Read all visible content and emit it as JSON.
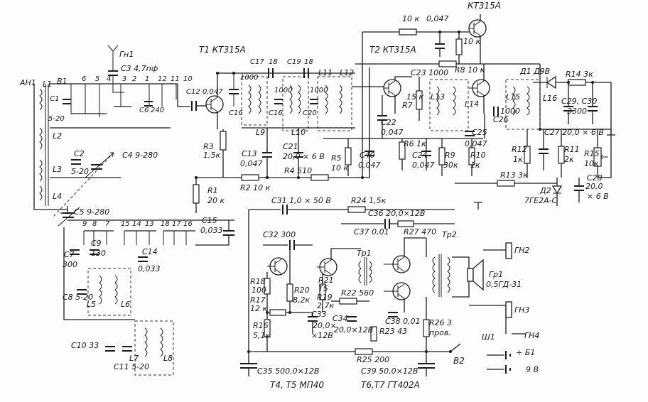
{
  "labels": {
    "an1": "АН1",
    "l1": "L1",
    "b1": "В1",
    "c1": "С1",
    "c1v": "5-20",
    "l2": "L2",
    "l3": "L3",
    "l4": "L4",
    "c2": "С2",
    "c2v": "5-20",
    "c4": "С4  9-280",
    "c3": "С3  4,7пф",
    "gn1": "Гн1",
    "p6": "6",
    "p5": "5",
    "p4": "4",
    "p3": "3",
    "p2": "2",
    "p1": "1",
    "p12": "12",
    "p11": "11",
    "p10": "10",
    "c6": "С6",
    "c6v": "240",
    "c12": "С12",
    "c12v": "0,047",
    "t1": "Т1  КТ315А",
    "t2": "Т2  КТ315А",
    "kt315top": "КТ315А",
    "r3": "R3",
    "r3v": "1,5к",
    "r1": "R1",
    "r1v": "20 к",
    "c16a": "С16",
    "c16av": "1000",
    "c17": "С17",
    "c17v": "18",
    "c16b": "С16",
    "c16bv": "1000",
    "c19": "С19",
    "c19v": "18",
    "c20": "С20",
    "c20v": "1000",
    "l9": "L9",
    "l10": "L10",
    "l11": "L11",
    "l12": "L12",
    "c13": "С13",
    "c13v": "0,047",
    "c21": "С21",
    "c21v": "20,0 × 6 В",
    "r4": "R4  510",
    "r2": "R2  10 к",
    "c15": "С15",
    "c15v": "0,033",
    "c5": "С5  9-280",
    "p9": "9",
    "p8": "8",
    "p7": "7",
    "p15": "15",
    "p14": "14",
    "p13": "13",
    "p18": "18",
    "p17": "17",
    "p16": "16",
    "c7": "С7",
    "c7v": "300",
    "c9": "С9",
    "c9v": "130",
    "c14": "С14",
    "c14v": "0,033",
    "c8": "С8  5-20",
    "l5": "L5",
    "l6": "L6",
    "c10": "С10  33",
    "c11": "С11  5-20",
    "l7": "L7",
    "l8": "L8",
    "r10k": "10 к",
    "c0047": "0,047",
    "r10k2": "10 к",
    "r8": "R8  10 к",
    "c23": "С23  1000",
    "l13": "L13",
    "l14": "L14",
    "r7": "R7",
    "r7v": "15 к",
    "c22": "С22",
    "c22v": "0,047",
    "c40": "С40",
    "c40v": "0,047",
    "r5": "R5",
    "r5v": "10 к",
    "r6": "R6  1к",
    "c24": "С24",
    "c24v": "0,047",
    "r9": "R9",
    "r9v": "30к",
    "r10": "R10",
    "r10v": "1к",
    "c25": "С25",
    "c25v": "0,047",
    "c26": "С26",
    "c26v": "1000",
    "d1": "Д1  Д9В",
    "l15": "L15",
    "l16": "L16",
    "r14": "R14  3к",
    "c29": "С29, С30",
    "c29v": "3300",
    "c27": "С27   20,0 × 6 В",
    "r12": "R12",
    "r12v": "1к",
    "r11": "R11",
    "r11v": "2к",
    "r15": "R15",
    "r15v": "10к",
    "c28": "С28",
    "c28v": "20,0",
    "c28v2": "× 6 В",
    "r13": "R13  3к",
    "d2": "Д2",
    "d2v": "7ГЕ2А-С",
    "c31": "С31   1,0 × 50 В",
    "r24": "R24  1,5к",
    "c36": "С36   20,0×12В",
    "c37": "С37  0,01",
    "r27": "R27  470",
    "tp2": "Тр2",
    "c32": "С32   300",
    "tp1": "Тр1",
    "r18": "R18",
    "r18v": "100",
    "r17": "R17",
    "r17v": "12 к",
    "r20": "R20",
    "r20v": "8,2к",
    "r21": "R21",
    "t5": "Т5",
    "r19": "R19",
    "r19v": "2,7к",
    "r22": "R22  560",
    "r16": "R16",
    "r16v": "5,1к",
    "c33": "С33",
    "c33v": "20,0×",
    "c33v2": "×12В",
    "c34": "С34",
    "c34v": "20,0×12В",
    "c38": "С38  0,01",
    "r23": "R23  43",
    "r26": "R26  3",
    "r26v": "пров.",
    "gn2": "ГН2",
    "gr1": "Гр1",
    "gr1v": "0,5ГД-31",
    "gn3": "ГН3",
    "gn4": "ГН4",
    "sh1": "Ш1",
    "b1plus": "+ Б1",
    "b1v": "9 В",
    "b2": "В2",
    "r25": "R25  200",
    "c35": "С35   500,0×12В",
    "c39": "С39   50,0×12В",
    "t4t5": "Т4, Т5   МП40",
    "t6t7": "Т6,Т7   ГТ402А"
  }
}
